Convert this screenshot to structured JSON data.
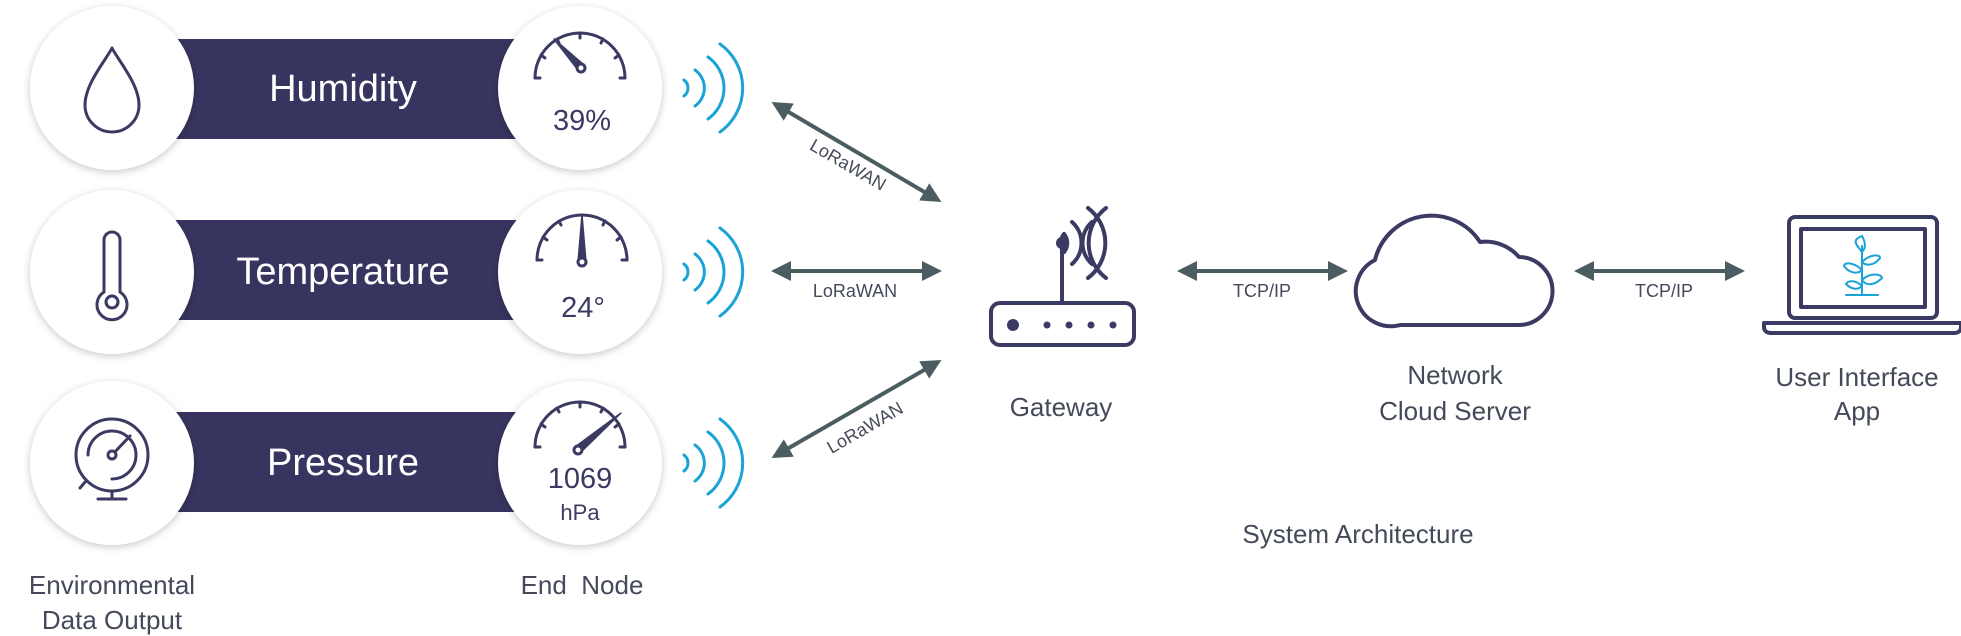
{
  "colors": {
    "navy": "#37345f",
    "icon_stroke": "#3b3a63",
    "arrow": "#4c5d62",
    "wave": "#1aa3d6",
    "plant": "#1aa3d6",
    "text": "#454a5a",
    "circle": "#ffffff"
  },
  "sensors": [
    {
      "label": "Humidity",
      "reading": "39%",
      "unit": "",
      "icon": "water-drop-icon"
    },
    {
      "label": "Temperature",
      "reading": "24°",
      "unit": "",
      "icon": "thermometer-icon"
    },
    {
      "label": "Pressure",
      "reading": "1069",
      "unit": "hPa",
      "icon": "pressure-gauge-icon"
    }
  ],
  "links": {
    "node_gateway": [
      "LoRaWAN",
      "LoRaWAN",
      "LoRaWAN"
    ],
    "gateway_cloud": "TCP/IP",
    "cloud_app": "TCP/IP"
  },
  "components": {
    "gateway": "Gateway",
    "cloud_line1": "Network",
    "cloud_line2": "Cloud Server",
    "app_line1": "User Interface",
    "app_line2": "App"
  },
  "captions": {
    "env_line1": "Environmental",
    "env_line2": "Data Output",
    "end_node": "End  Node",
    "architecture": "System Architecture"
  }
}
